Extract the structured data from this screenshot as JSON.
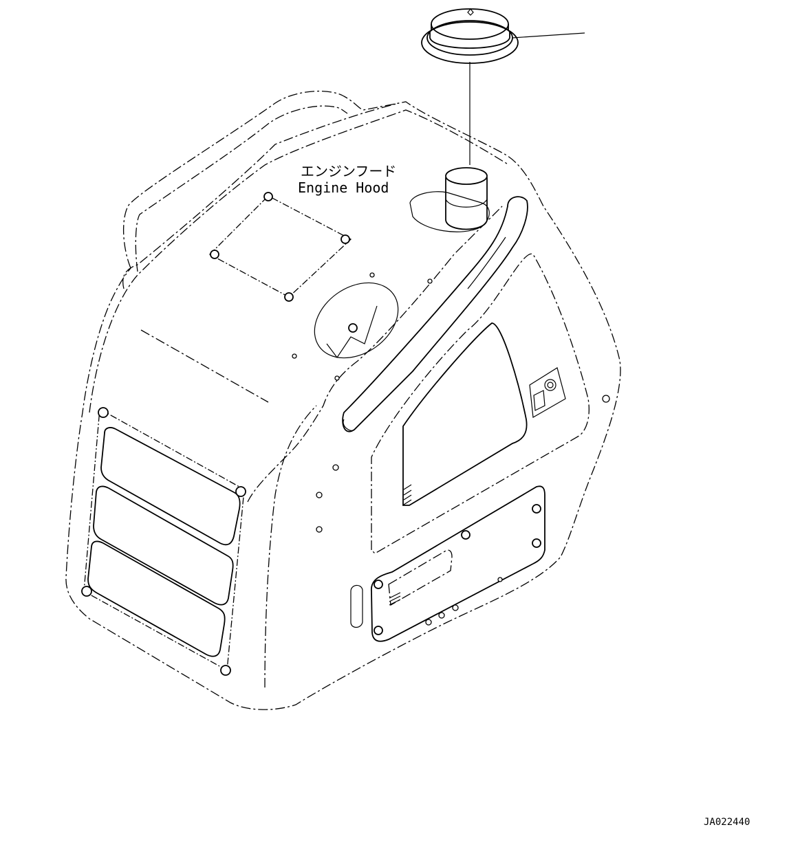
{
  "label": {
    "japanese": "エンジンフード",
    "english": "Engine Hood"
  },
  "drawing_code": "JA022440"
}
